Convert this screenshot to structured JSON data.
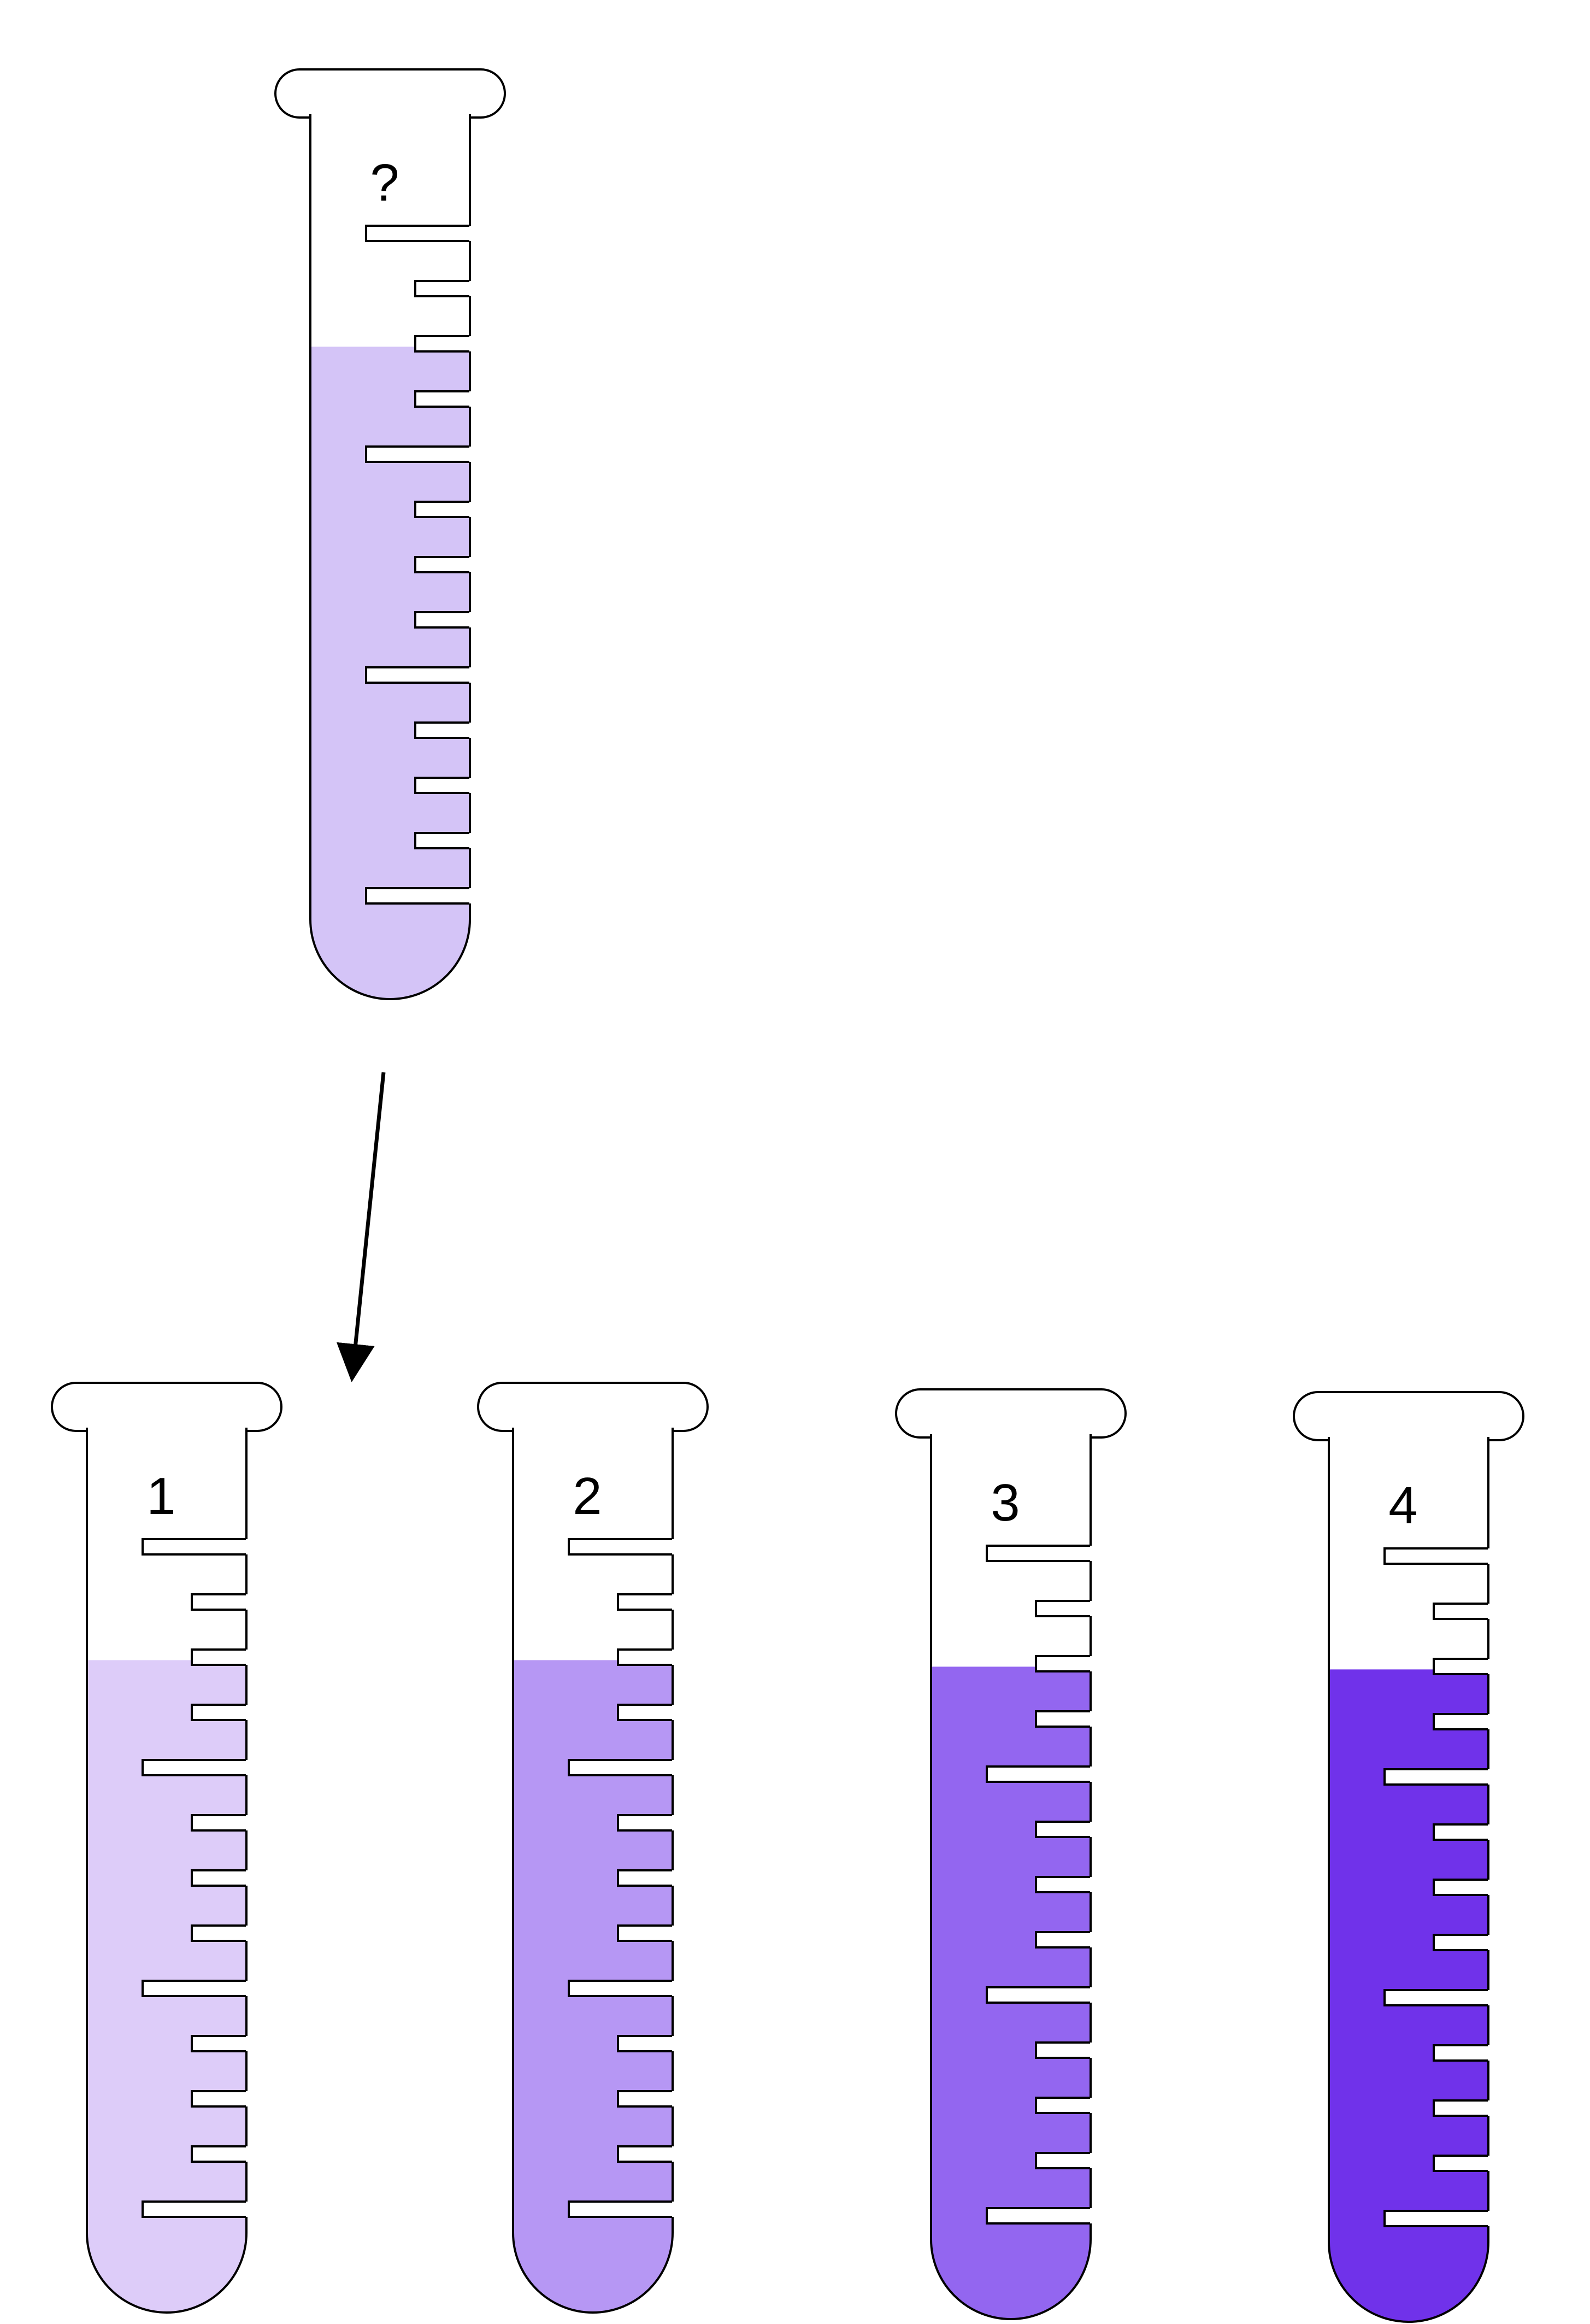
{
  "query_tube": {
    "label": "?",
    "fill_color": "#d4c4f7",
    "fill_level": 0.74
  },
  "answer_tubes": [
    {
      "label": "1",
      "fill_color": "#ddccf9",
      "fill_level": 0.74
    },
    {
      "label": "2",
      "fill_color": "#b697f4",
      "fill_level": 0.74
    },
    {
      "label": "3",
      "fill_color": "#9366f0",
      "fill_level": 0.74
    },
    {
      "label": "4",
      "fill_color": "#7032ea",
      "fill_level": 0.74
    }
  ],
  "arrow": {
    "color": "#000000"
  },
  "outline_color": "#000000"
}
